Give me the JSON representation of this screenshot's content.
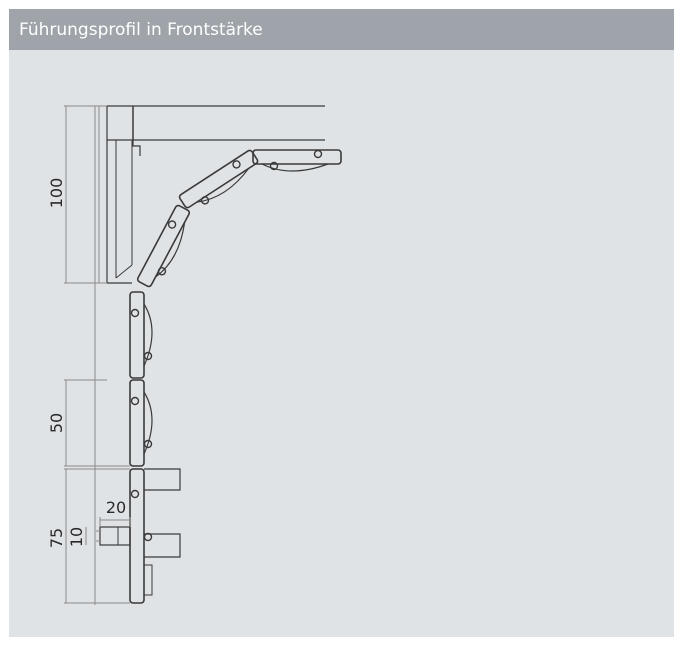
{
  "header": {
    "title": "Führungsprofil in Frontstärke"
  },
  "dimensions": {
    "d100": "100",
    "d50": "50",
    "d75": "75",
    "d20": "20",
    "d10": "10"
  },
  "colors": {
    "header_bg": "#9ea4a9",
    "panel_bg": "#e0e3e6",
    "line": "#3a3a3a"
  }
}
